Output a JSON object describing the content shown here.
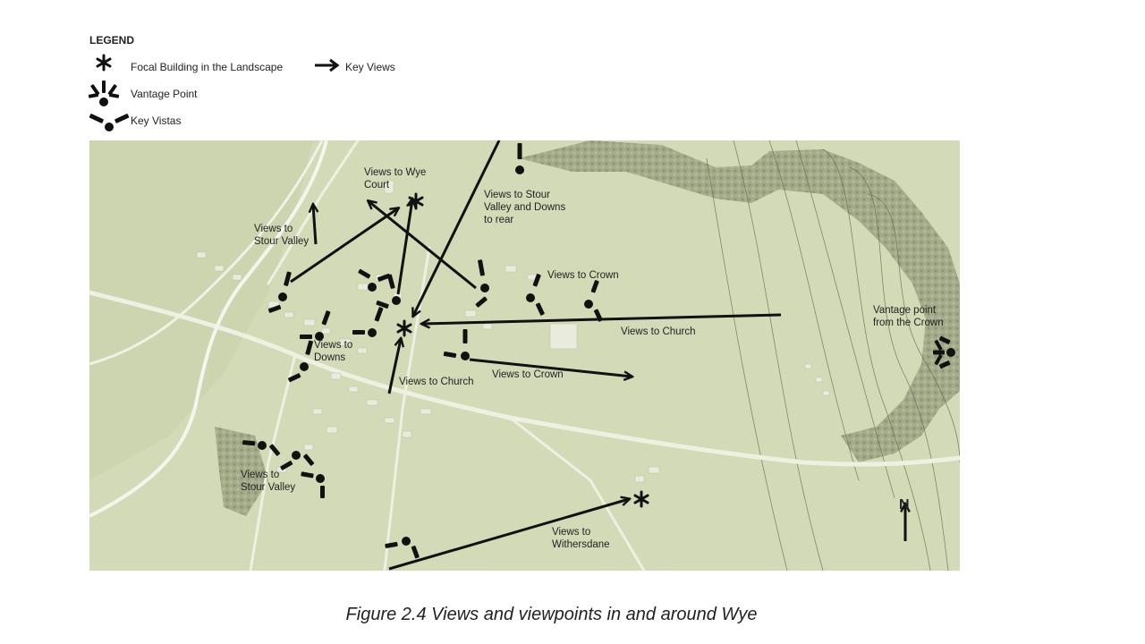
{
  "legend": {
    "title": "LEGEND",
    "items": [
      {
        "label": "Focal Building in the Landscape",
        "icon": "asterisk-icon"
      },
      {
        "label": "Key Views",
        "icon": "arrow-right-icon"
      },
      {
        "label": "Vantage Point",
        "icon": "vantage-point-icon"
      },
      {
        "label": "Key Vistas",
        "icon": "key-vista-icon"
      }
    ]
  },
  "map_labels": {
    "wye_court": "Views to Wye\nCourt",
    "stour_valley_top": "Views to\nStour Valley",
    "stour_downs_rear": "Views to Stour\nValley and Downs\nto rear",
    "crown_upper": "Views to Crown",
    "crown_lower": "Views to Crown",
    "church_right": "Views to Church",
    "church_center": "Views to Church",
    "downs": "Views to\nDowns",
    "vantage_crown": "Vantage point\nfrom the Crown",
    "stour_valley_bottom": "Views to\nStour Valley",
    "withersdane": "Views to\nWithersdane",
    "north": "N"
  },
  "caption": "Figure 2.4 Views and viewpoints in and around Wye",
  "colors": {
    "map_background": "#d3dab7",
    "woodland": "#9da585",
    "roads": "#eef0e2",
    "river": "#f4f6ec",
    "symbols": "#111111"
  }
}
